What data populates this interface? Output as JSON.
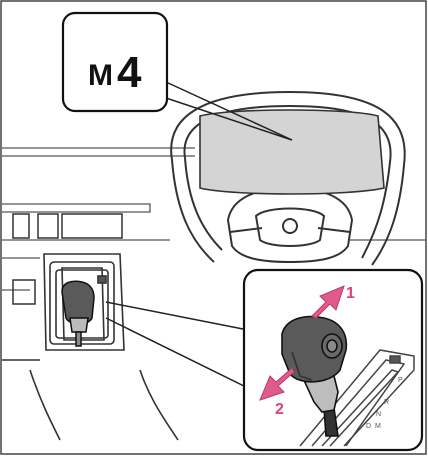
{
  "callout": {
    "prefix": "M",
    "value": "4"
  },
  "steps": [
    {
      "number": "1",
      "direction": "up-right (+)"
    },
    {
      "number": "2",
      "direction": "down-left (−)"
    }
  ],
  "gate_letters": [
    "P",
    "R",
    "N",
    "D",
    "M"
  ],
  "colors": {
    "arrow": "#e05a8c",
    "step_number": "#d9437b",
    "meter_fill": "#d4d4d4",
    "outline": "#111111"
  }
}
